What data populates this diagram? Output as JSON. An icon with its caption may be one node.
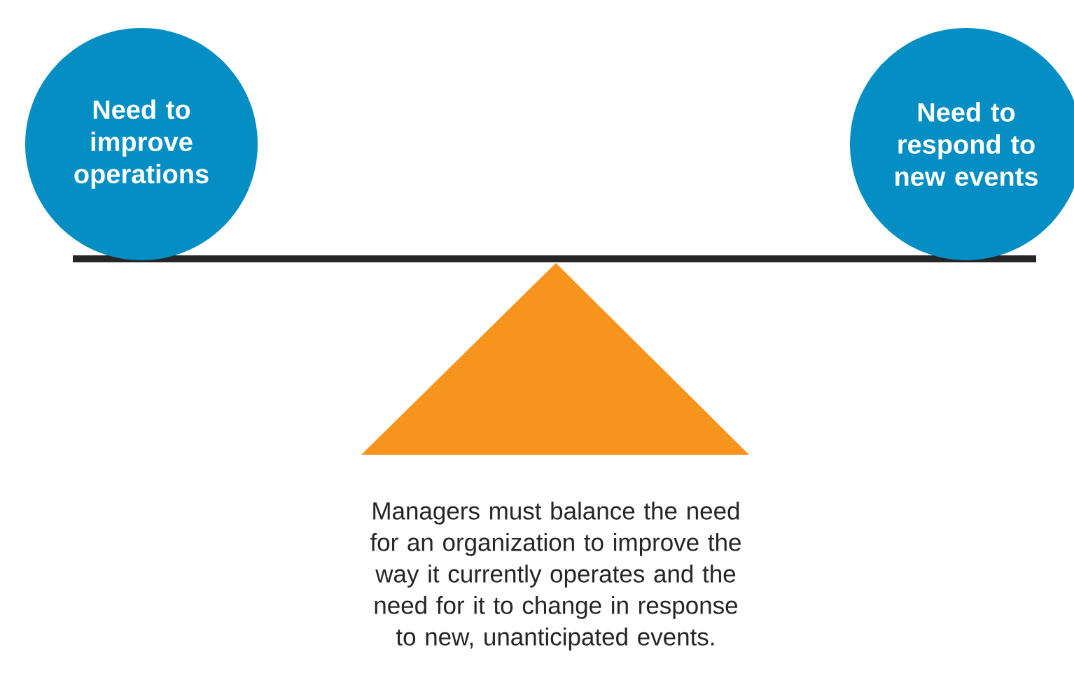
{
  "diagram": {
    "nodes": [
      {
        "text": [
          "Need to improve operations"
        ]
      },
      {
        "text": [
          "Need to respond to new events"
        ]
      }
    ],
    "labels": [
      "Managers must balance the need for an organization to improve the way it currently operates and the need for it to change in response to new, unanticipated events."
    ]
  }
}
